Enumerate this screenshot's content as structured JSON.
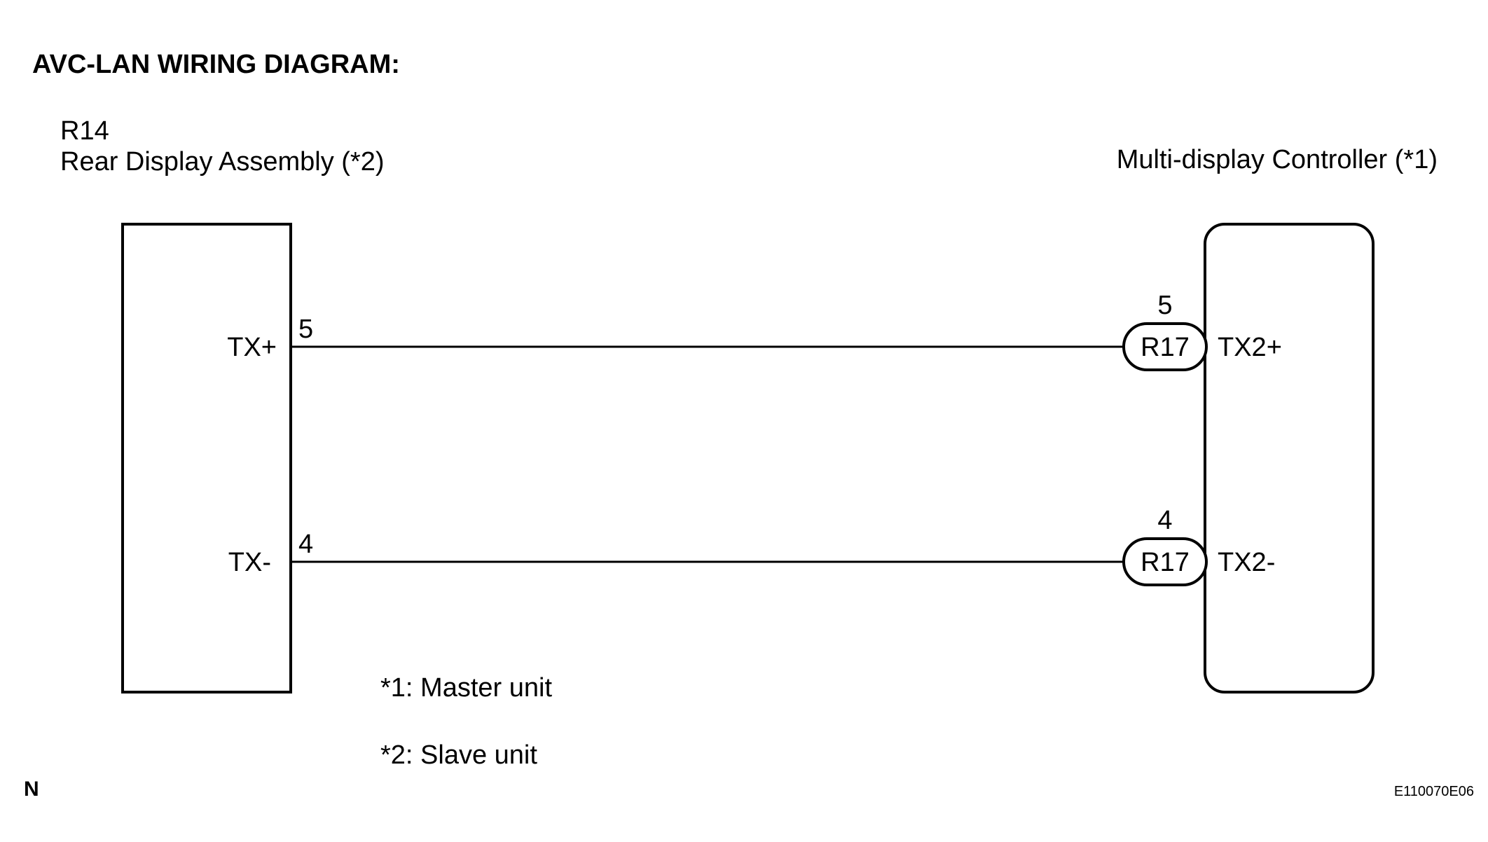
{
  "title": "AVC-LAN WIRING DIAGRAM:",
  "left_unit": {
    "connector_code": "R14",
    "name": "Rear Display Assembly (*2)",
    "pins": [
      {
        "signal": "TX+",
        "pin": "5"
      },
      {
        "signal": "TX-",
        "pin": "4"
      }
    ]
  },
  "right_unit": {
    "name": "Multi-display Controller (*1)",
    "pins": [
      {
        "signal": "TX2+",
        "pin": "5",
        "connector": "R17"
      },
      {
        "signal": "TX2-",
        "pin": "4",
        "connector": "R17"
      }
    ]
  },
  "notes": [
    "*1: Master unit",
    "*2: Slave unit"
  ],
  "corner_mark": "N",
  "figure_code": "E110070E06",
  "colors": {
    "line": "#000000",
    "background": "#ffffff"
  }
}
